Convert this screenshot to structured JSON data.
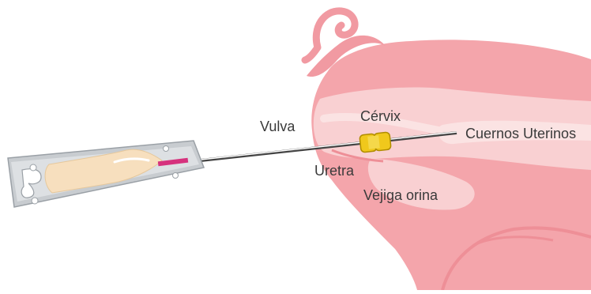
{
  "labels": {
    "vulva": "Vulva",
    "cervix": "Cérvix",
    "cuernos": "Cuernos Uterinos",
    "uretra": "Uretra",
    "vejiga": "Vejiga orina"
  },
  "colors": {
    "body": "#f4a5ab",
    "body_shade": "#ee8f97",
    "tract": "#f9d0d2",
    "tract_light": "#fbe3e3",
    "ear": "#f19aa2",
    "blister": "#c8ccd0",
    "semen": "#f7dfbe",
    "catheter_tip": "#f0c81c",
    "catheter_band": "#d6327d"
  }
}
